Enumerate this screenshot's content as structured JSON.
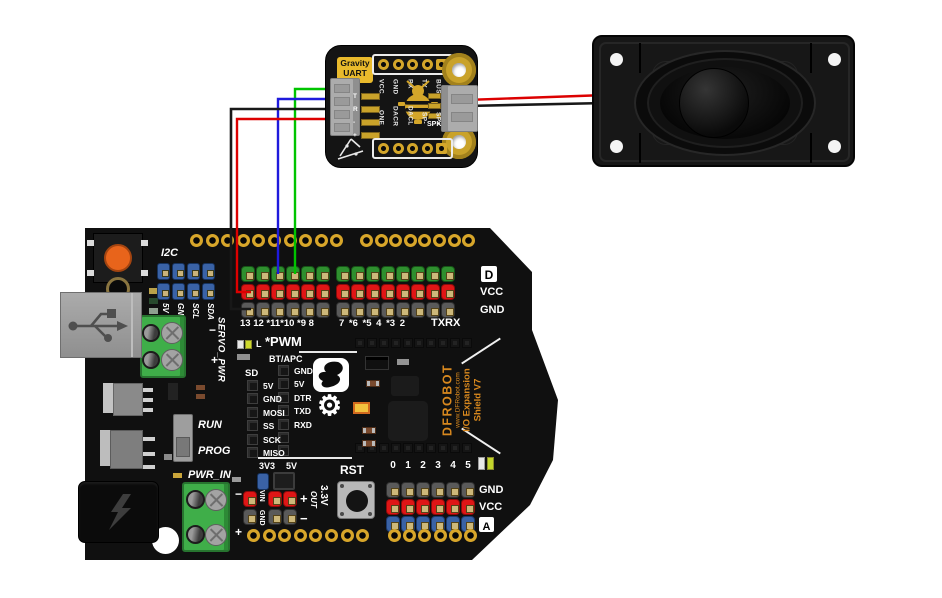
{
  "colors": {
    "wire_green": "#00c400",
    "wire_blue": "#1f1adc",
    "wire_black": "#181818",
    "wire_red": "#dc0000",
    "gold": "#d4a62a",
    "terminal_green": "#3fae49",
    "button_orange": "#e8641b",
    "silk_orange": "#d8881e",
    "pin_green": "#2f8f2f",
    "pin_red": "#df1616",
    "pin_gray": "#5a5a5a",
    "pin_blue": "#3a62a5"
  },
  "module": {
    "brand": "Gravity",
    "type": "UART",
    "top_pins": [
      "VCC",
      "GND",
      "RX",
      "TX",
      "BUSY"
    ],
    "bottom_pins": [
      "ONE",
      "DACR",
      "DACL",
      "SP-",
      "SP+"
    ],
    "left_pads": [
      "T",
      "R",
      "-",
      "+"
    ],
    "spk_label": "SPK"
  },
  "shield": {
    "i2c": {
      "label": "I2C",
      "pins": [
        "5V",
        "GND",
        "SCL",
        "SDA"
      ]
    },
    "servo": {
      "label": "SERVO_PWR",
      "minus": "−",
      "plus": "+"
    },
    "digital": {
      "box": "D",
      "vcc": "VCC",
      "gnd": "GND",
      "group1": "13 12 *11*10 *9 8",
      "group2": "7 *6 *5 4 *3 2",
      "txrx": "TXRX"
    },
    "pwm": {
      "led": "L",
      "label": "*PWM"
    },
    "bt": {
      "label": "BT/APC",
      "pins": [
        "GND",
        "5V",
        "DTR",
        "TXD",
        "RXD"
      ]
    },
    "sd": {
      "label": "SD",
      "pins": [
        "5V",
        "GND",
        "MOSI",
        "SS",
        "SCK",
        "MISO"
      ]
    },
    "power": {
      "v33": "3V3",
      "v5": "5V",
      "vin": "VIN",
      "gnd": "GND",
      "plus": "+",
      "minus": "−",
      "out1": "OUT",
      "out2": "3.3V"
    },
    "rst": "RST",
    "analog": {
      "box": "A",
      "vcc": "VCC",
      "gnd": "GND",
      "pins": [
        "0",
        "1",
        "2",
        "3",
        "4",
        "5"
      ]
    },
    "pwr_in": {
      "label": "PWR_IN",
      "minus": "−",
      "plus": "+"
    },
    "switch": {
      "run": "RUN",
      "prog": "PROG"
    },
    "brand": {
      "name": "DFROBOT",
      "url": "www.DFRobot.com",
      "line1": "I/O Expansion",
      "line2": "Shield V7"
    }
  }
}
